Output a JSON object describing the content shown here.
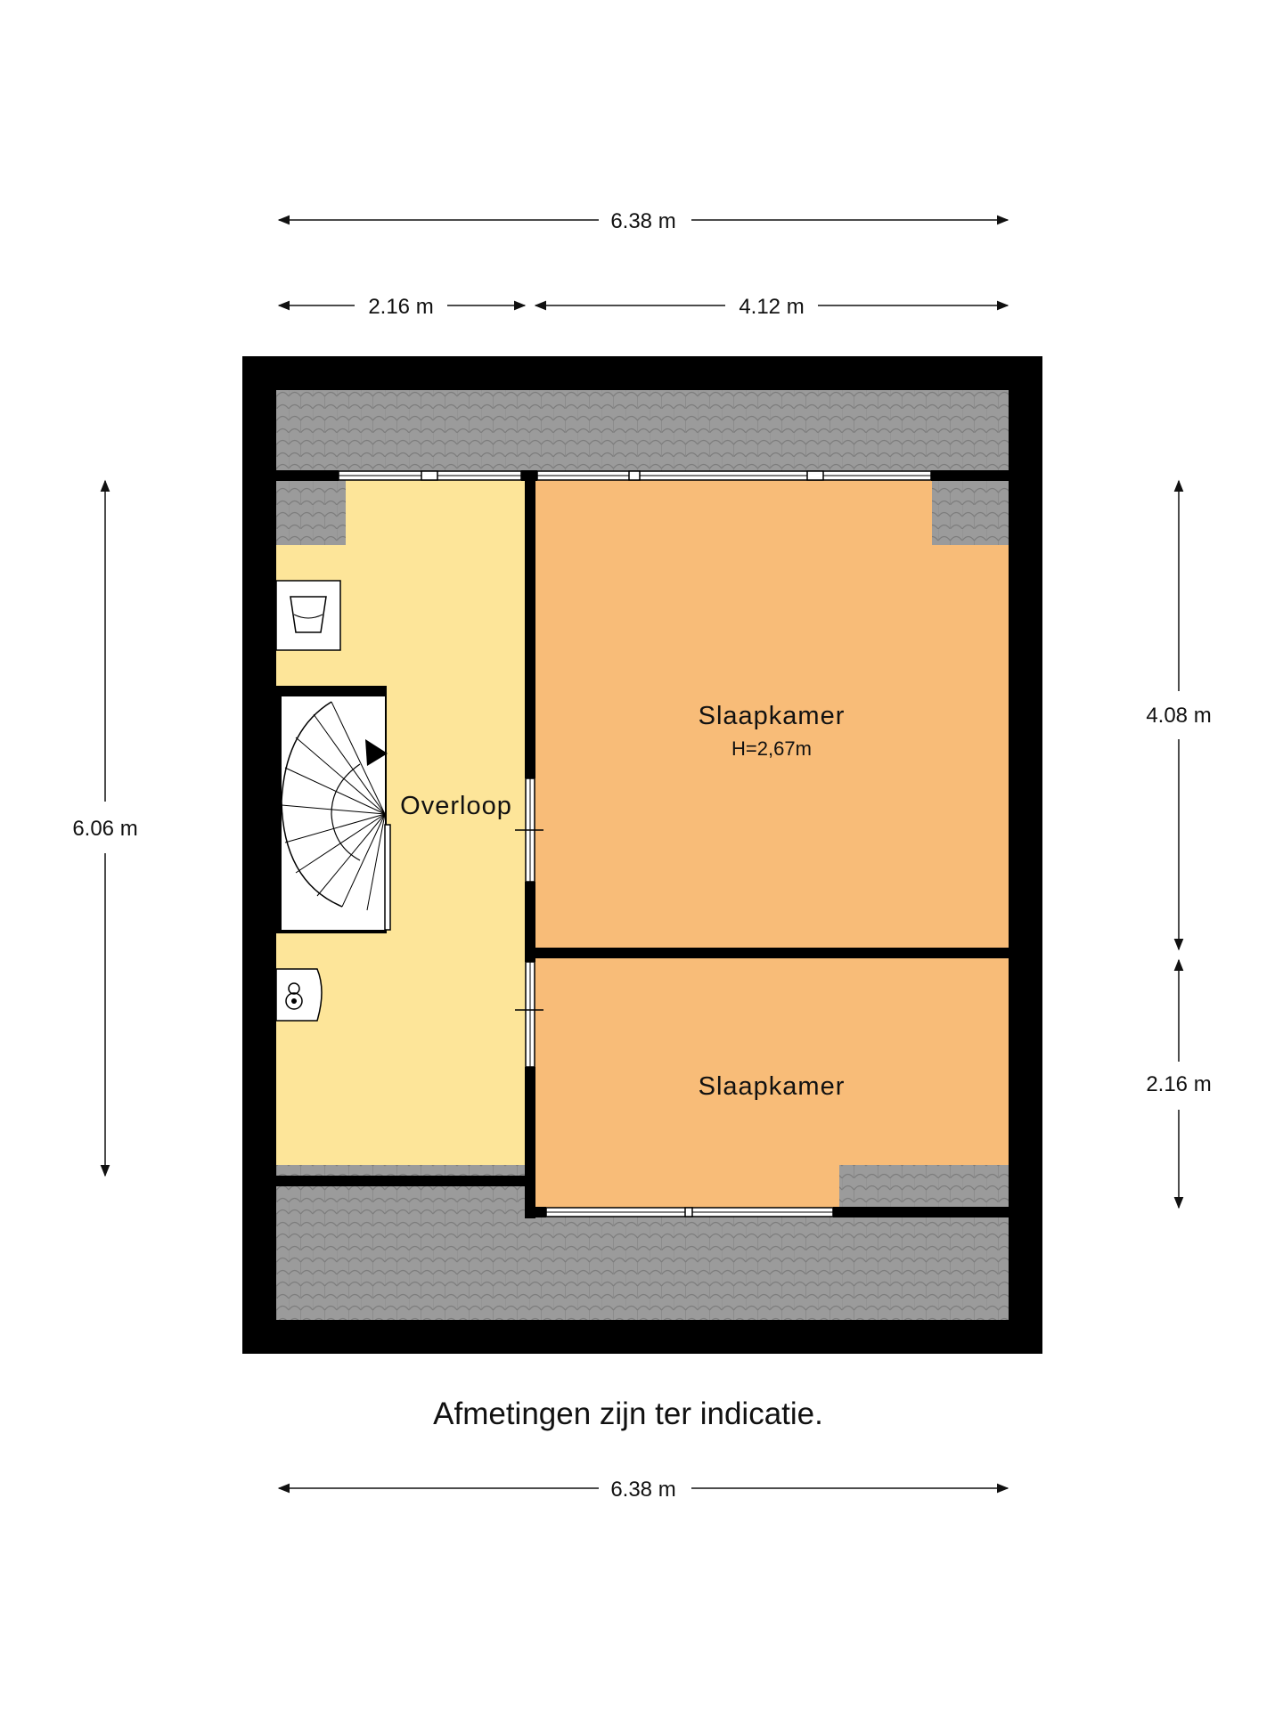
{
  "dimensions": {
    "top_total": "6.38 m",
    "top_left": "2.16 m",
    "top_right": "4.12 m",
    "left_total": "6.06 m",
    "right_upper": "4.08 m",
    "right_lower": "2.16 m",
    "bottom_total": "6.38 m"
  },
  "rooms": {
    "overloop": {
      "label": "Overloop"
    },
    "slaapkamer_1": {
      "label": "Slaapkamer",
      "height": "H=2,67m"
    },
    "slaapkamer_2": {
      "label": "Slaapkamer"
    }
  },
  "note": "Afmetingen zijn ter indicatie.",
  "colors": {
    "wall": "#000000",
    "roof": "#9a9a9a",
    "overloop": "#fde599",
    "slaapkamer": "#f8bc78"
  }
}
